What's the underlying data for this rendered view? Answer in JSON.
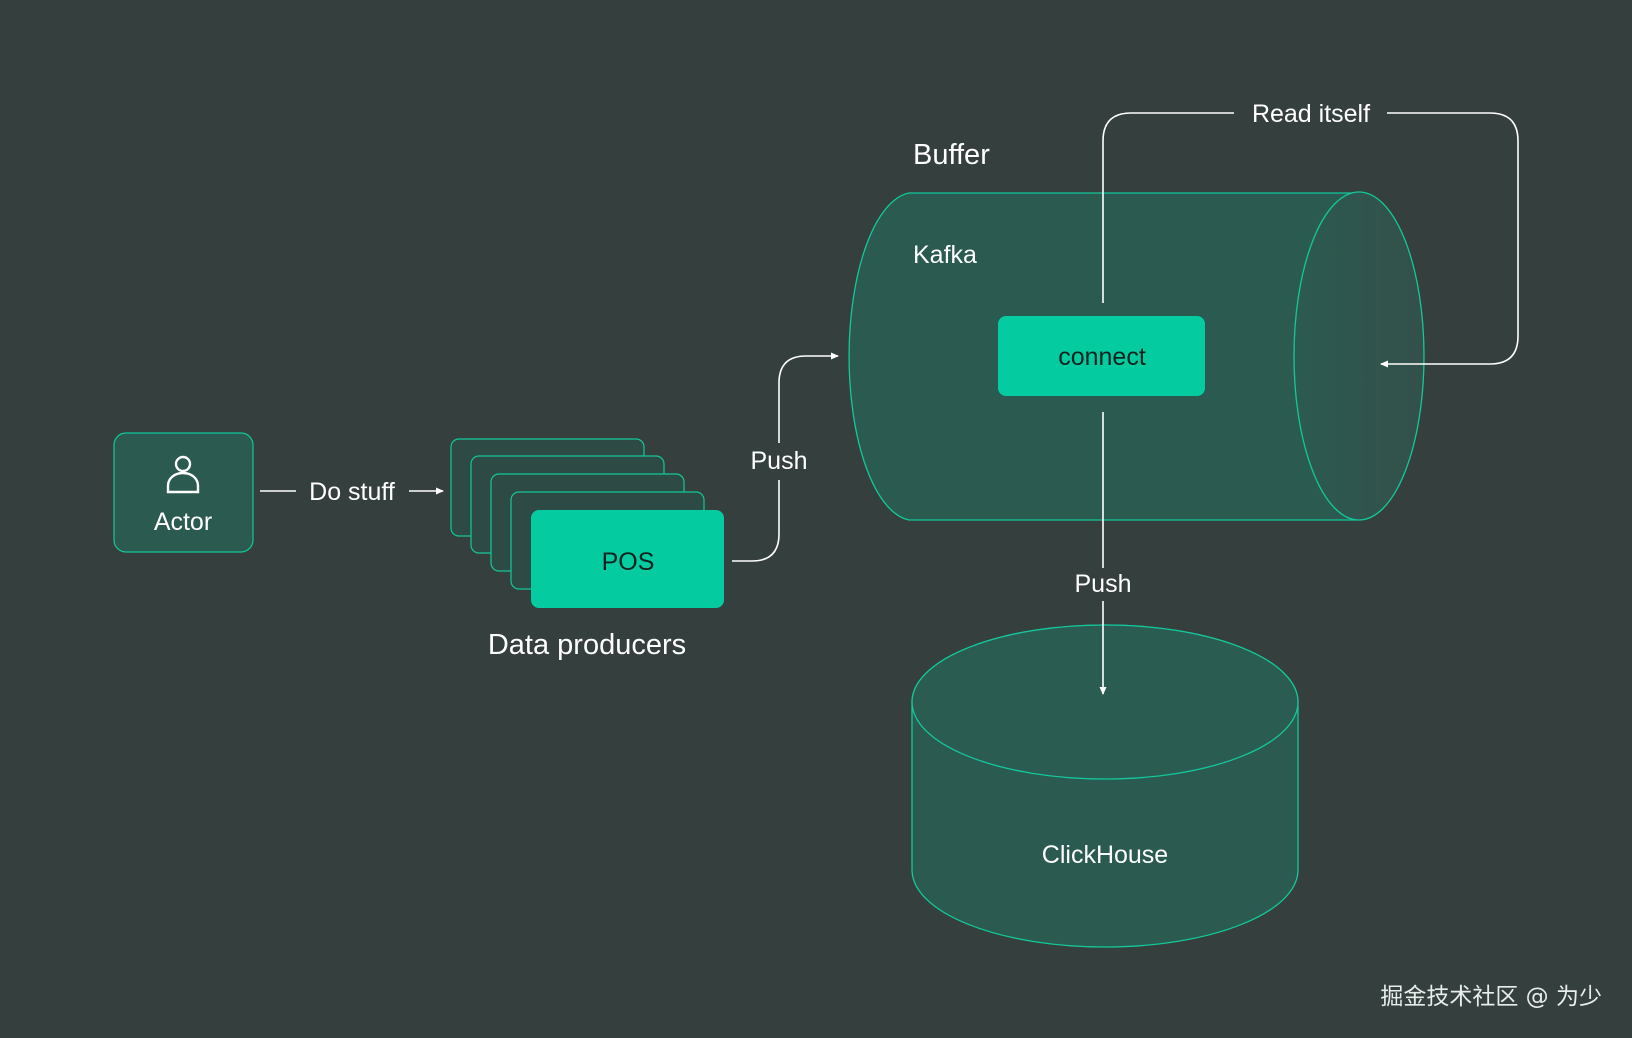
{
  "actor": {
    "label": "Actor",
    "icon": "person-icon"
  },
  "edges": {
    "do_stuff": "Do stuff",
    "push_to_buffer": "Push",
    "push_to_clickhouse": "Push",
    "read_itself": "Read itself"
  },
  "producers": {
    "front_label": "POS",
    "caption": "Data producers"
  },
  "buffer": {
    "title": "Buffer",
    "name": "Kafka"
  },
  "connect": {
    "label": "connect"
  },
  "clickhouse": {
    "label": "ClickHouse"
  },
  "watermark": "掘金技术社区 @ 为少",
  "colors": {
    "background": "#353f3d",
    "shape_fill": "#2a5a50",
    "shape_stroke": "#13c89a",
    "accent": "#05cca0",
    "line": "#ffffff"
  }
}
